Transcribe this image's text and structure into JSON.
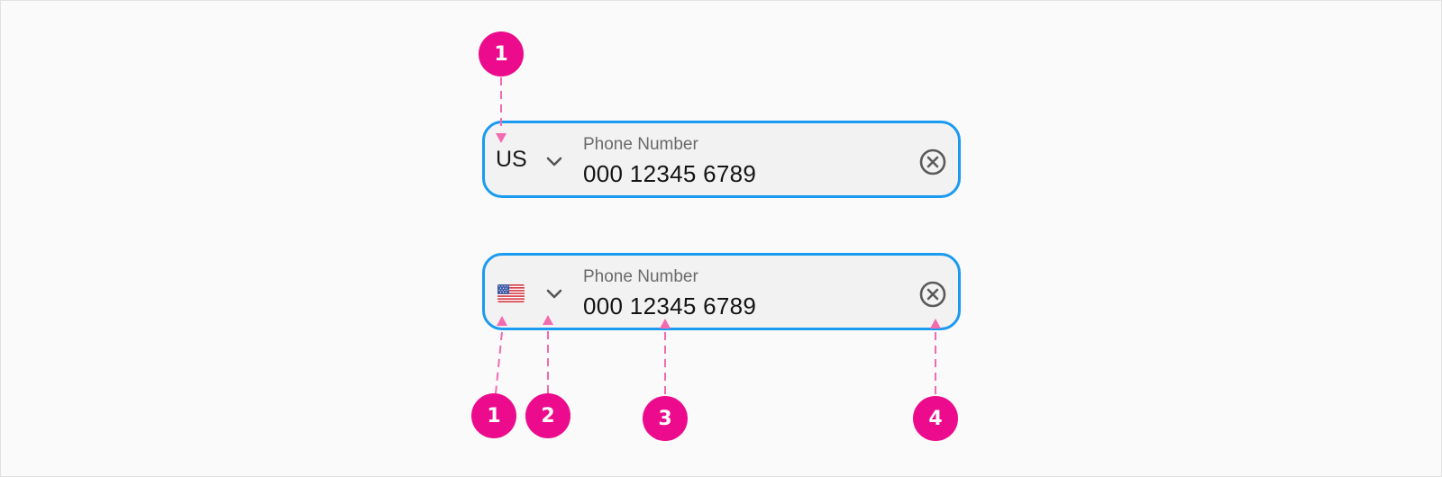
{
  "colors": {
    "field_border": "#1a9bf0",
    "field_background": "#f2f2f2",
    "annotation": "#ec0b8c",
    "leader_line": "#f26ab0"
  },
  "fields": [
    {
      "country_code": "US",
      "label": "Phone Number",
      "value": "000 12345 6789",
      "leading_icon": "",
      "dropdown_icon": "chevron-down-icon",
      "clear_icon": "clear-circle-x-icon"
    },
    {
      "country_code": "",
      "label": "Phone Number",
      "value": "000 12345 6789",
      "leading_icon": "us-flag-icon",
      "dropdown_icon": "chevron-down-icon",
      "clear_icon": "clear-circle-x-icon"
    }
  ],
  "annotations": {
    "top": [
      {
        "number": "1",
        "target": "country-code"
      }
    ],
    "bottom": [
      {
        "number": "1",
        "target": "flag"
      },
      {
        "number": "2",
        "target": "dropdown"
      },
      {
        "number": "3",
        "target": "input-value"
      },
      {
        "number": "4",
        "target": "clear-button"
      }
    ]
  }
}
